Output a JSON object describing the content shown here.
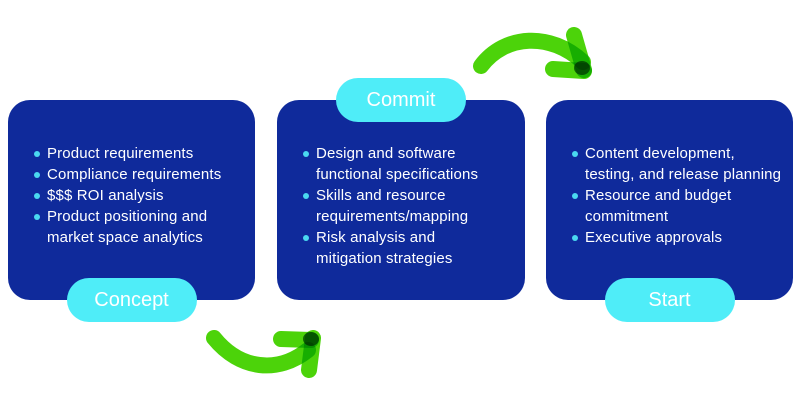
{
  "diagram": {
    "stages": [
      {
        "label": "Concept",
        "label_position": "bottom",
        "items": [
          {
            "lines": [
              "Product requirements"
            ]
          },
          {
            "lines": [
              "Compliance requirements"
            ]
          },
          {
            "lines": [
              "$$$ ROI analysis"
            ]
          },
          {
            "lines": [
              "Product positioning and",
              "market space analytics"
            ]
          }
        ]
      },
      {
        "label": "Commit",
        "label_position": "top",
        "items": [
          {
            "lines": [
              "Design and software",
              "functional specifications"
            ]
          },
          {
            "lines": [
              "Skills and resource",
              "requirements/mapping"
            ]
          },
          {
            "lines": [
              "Risk analysis and",
              "mitigation strategies"
            ]
          }
        ]
      },
      {
        "label": "Start",
        "label_position": "bottom",
        "items": [
          {
            "lines": [
              "Content development,",
              "testing, and release planning"
            ]
          },
          {
            "lines": [
              "Resource and budget",
              "commitment"
            ]
          },
          {
            "lines": [
              "Executive approvals"
            ]
          }
        ]
      }
    ],
    "icons": {
      "top_arrow": "curved-arrow-right-icon",
      "bottom_arrow": "curved-arrow-up-right-icon",
      "bullet": "bullet-dot-icon"
    },
    "colors": {
      "background": "#FFFFFF",
      "box_bg": "#0F2A9B",
      "pill_bg": "#4FEDF8",
      "pill_text": "#FFFFFF",
      "body_text": "#FFFFFF",
      "bullet": "#4AD9F0",
      "arrow_green": "#4CD30A",
      "arrow_dark": "#1E6E08"
    }
  }
}
